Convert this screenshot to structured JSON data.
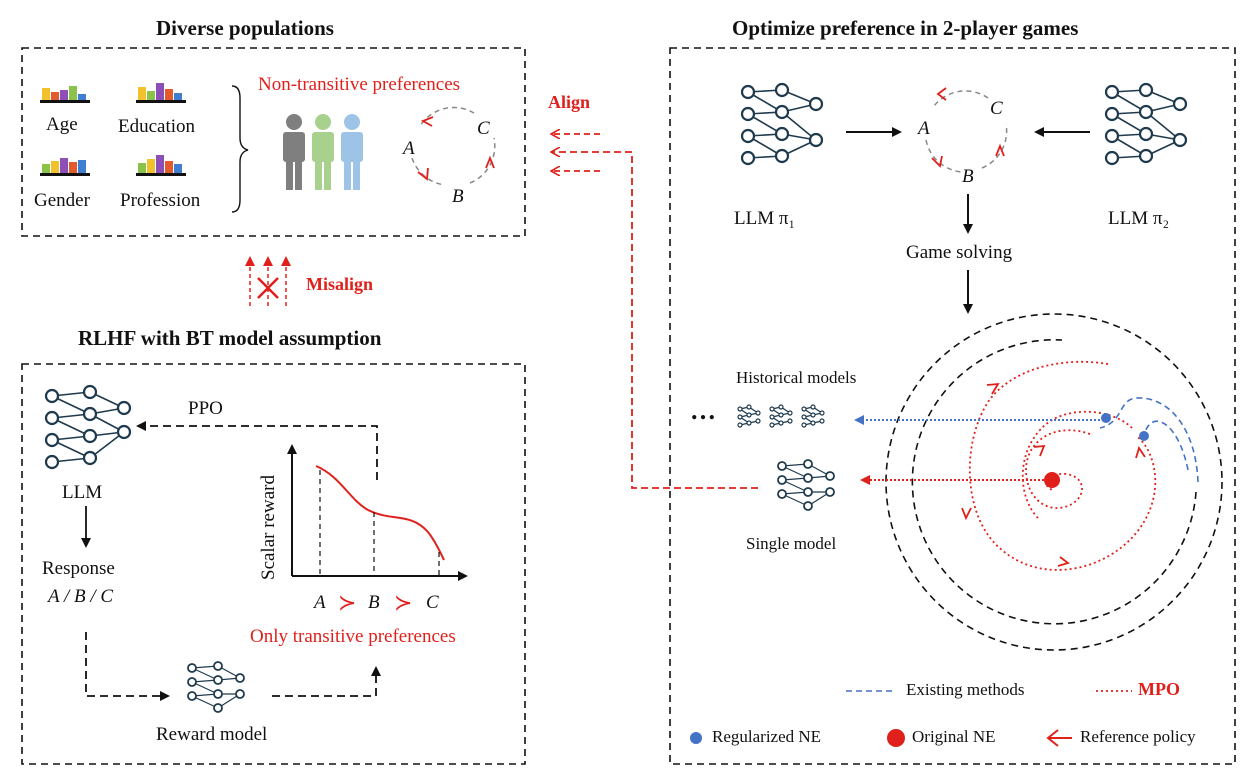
{
  "left_top": {
    "title": "Diverse populations",
    "categories": [
      "Age",
      "Education",
      "Gender",
      "Profession"
    ],
    "nontransitive_label": "Non-transitive preferences",
    "cycle": {
      "a": "A",
      "b": "B",
      "c": "C"
    }
  },
  "align_label": "Align",
  "misalign_label": "Misalign",
  "left_bottom": {
    "title": "RLHF with BT model assumption",
    "ppo": "PPO",
    "llm": "LLM",
    "response": "Response",
    "response_options": "A / B / C",
    "reward_model": "Reward model",
    "scalar_reward": "Scalar reward",
    "order": {
      "a": "A",
      "b": "B",
      "c": "C"
    },
    "transitive_label": "Only transitive preferences"
  },
  "right": {
    "title": "Optimize preference in 2-player games",
    "llm1": "LLM π₁",
    "llm2": "LLM π₂",
    "game_solving": "Game solving",
    "historical": "Historical models",
    "ellipsis": "…",
    "single": "Single model",
    "cycle": {
      "a": "A",
      "b": "B",
      "c": "C"
    },
    "legend": {
      "existing": "Existing methods",
      "mpo": "MPO",
      "regularized": "Regularized NE",
      "original": "Original NE",
      "reference": "Reference policy"
    }
  },
  "colors": {
    "red": "#e0201b",
    "blue": "#4472c4",
    "node": "#1f3a4d"
  }
}
